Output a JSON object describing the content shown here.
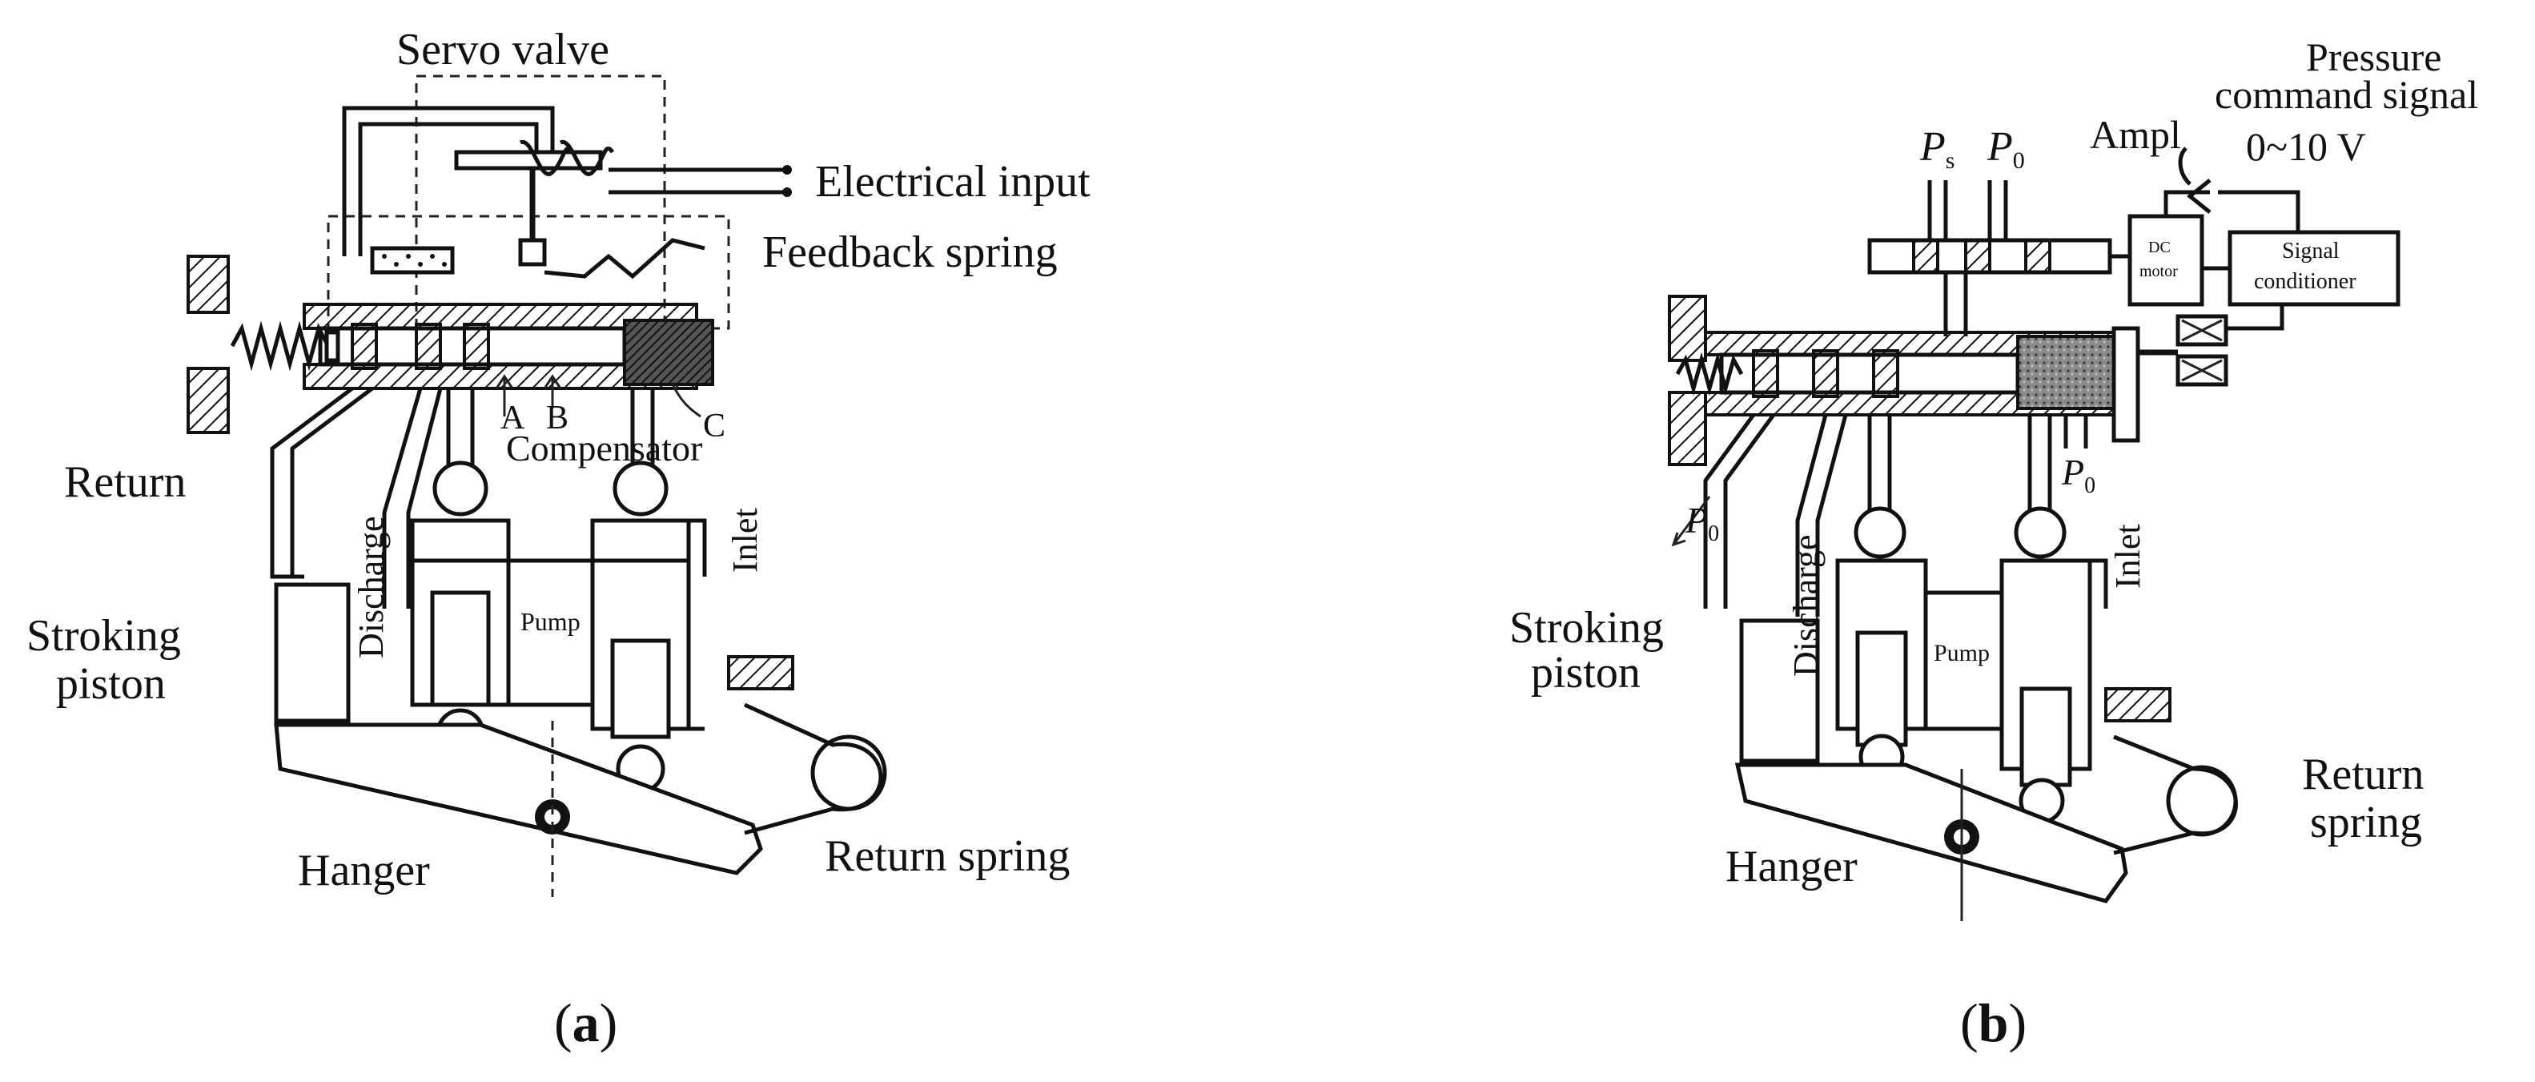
{
  "panel_a": {
    "labels": {
      "servo_valve": "Servo valve",
      "electrical_input": "Electrical input",
      "feedback_spring": "Feedback spring",
      "port_a": "A",
      "port_b": "B",
      "port_c": "C",
      "compensator": "Compensator",
      "return": "Return",
      "discharge": "Discharge",
      "inlet": "Inlet",
      "pump": "Pump",
      "stroking_piston_line1": "Stroking",
      "stroking_piston_line2": "piston",
      "hanger": "Hanger",
      "return_spring": "Return spring"
    },
    "caption_letter": "a"
  },
  "panel_b": {
    "labels": {
      "pressure_command_line1": "Pressure",
      "pressure_command_line2": "command signal",
      "voltage_range": "0~10 V",
      "ampl": "Ampl",
      "ps_main": "P",
      "ps_sub": "s",
      "p0_main": "P",
      "p0_sub": "0",
      "dc_motor_line1": "DC",
      "dc_motor_line2": "motor",
      "signal_conditioner_line1": "Signal",
      "signal_conditioner_line2": "conditioner",
      "discharge": "Discharge",
      "inlet": "Inlet",
      "pump": "Pump",
      "stroking_piston_line1": "Stroking",
      "stroking_piston_line2": "piston",
      "hanger": "Hanger",
      "return_spring_line1": "Return",
      "return_spring_line2": "spring"
    },
    "caption_letter": "b"
  }
}
